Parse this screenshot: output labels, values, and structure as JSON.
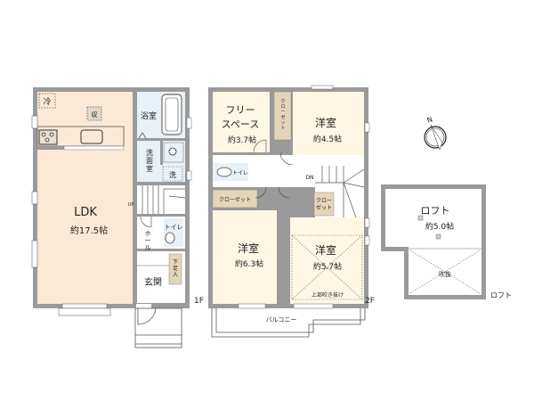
{
  "colors": {
    "wall": "#9a9a9a",
    "wall_dark": "#7a7a7a",
    "ldk_floor": "#fbe9d6",
    "wet_floor": "#e8f1f8",
    "room_floor": "#fdf7e4",
    "closet": "#e3d6b8",
    "line": "#333333",
    "white": "#ffffff"
  },
  "floor1": {
    "label": "1F",
    "rooms": {
      "ldk": {
        "name": "LDK",
        "area": "約17.5帖"
      },
      "bath": {
        "name": "浴室"
      },
      "washroom": {
        "name": "洗面室"
      },
      "toilet": {
        "name": "トイレ"
      },
      "hall": {
        "name": "ホール"
      },
      "entrance": {
        "name": "玄関"
      },
      "shoe_box": {
        "name": "下足入"
      }
    },
    "fixtures": {
      "fridge": "冷",
      "storage": "収",
      "washer": "洗",
      "stairs_up": "UP"
    }
  },
  "floor2": {
    "label": "2F",
    "rooms": {
      "free_space": {
        "name_line1": "フリー",
        "name_line2": "スペース",
        "area": "約3.7帖"
      },
      "western_a": {
        "name": "洋室",
        "area": "約4.5帖"
      },
      "western_b": {
        "name": "洋室",
        "area": "約6.3帖"
      },
      "western_c": {
        "name": "洋室",
        "area": "約5.7帖",
        "note": "上部吹き抜け"
      },
      "toilet": {
        "name": "トイレ"
      },
      "balcony": {
        "name": "バルコニー"
      }
    },
    "closets": {
      "closet_a": "クローゼット",
      "closet_b": "クローゼット",
      "closet_c_line1": "クロー",
      "closet_c_line2": "ゼット"
    },
    "stairs_down": "DN"
  },
  "loft": {
    "label": "ロフト",
    "room": {
      "name": "ロフト",
      "area": "約5.0帖"
    },
    "void": "吹抜"
  },
  "compass": {
    "north": "N"
  }
}
